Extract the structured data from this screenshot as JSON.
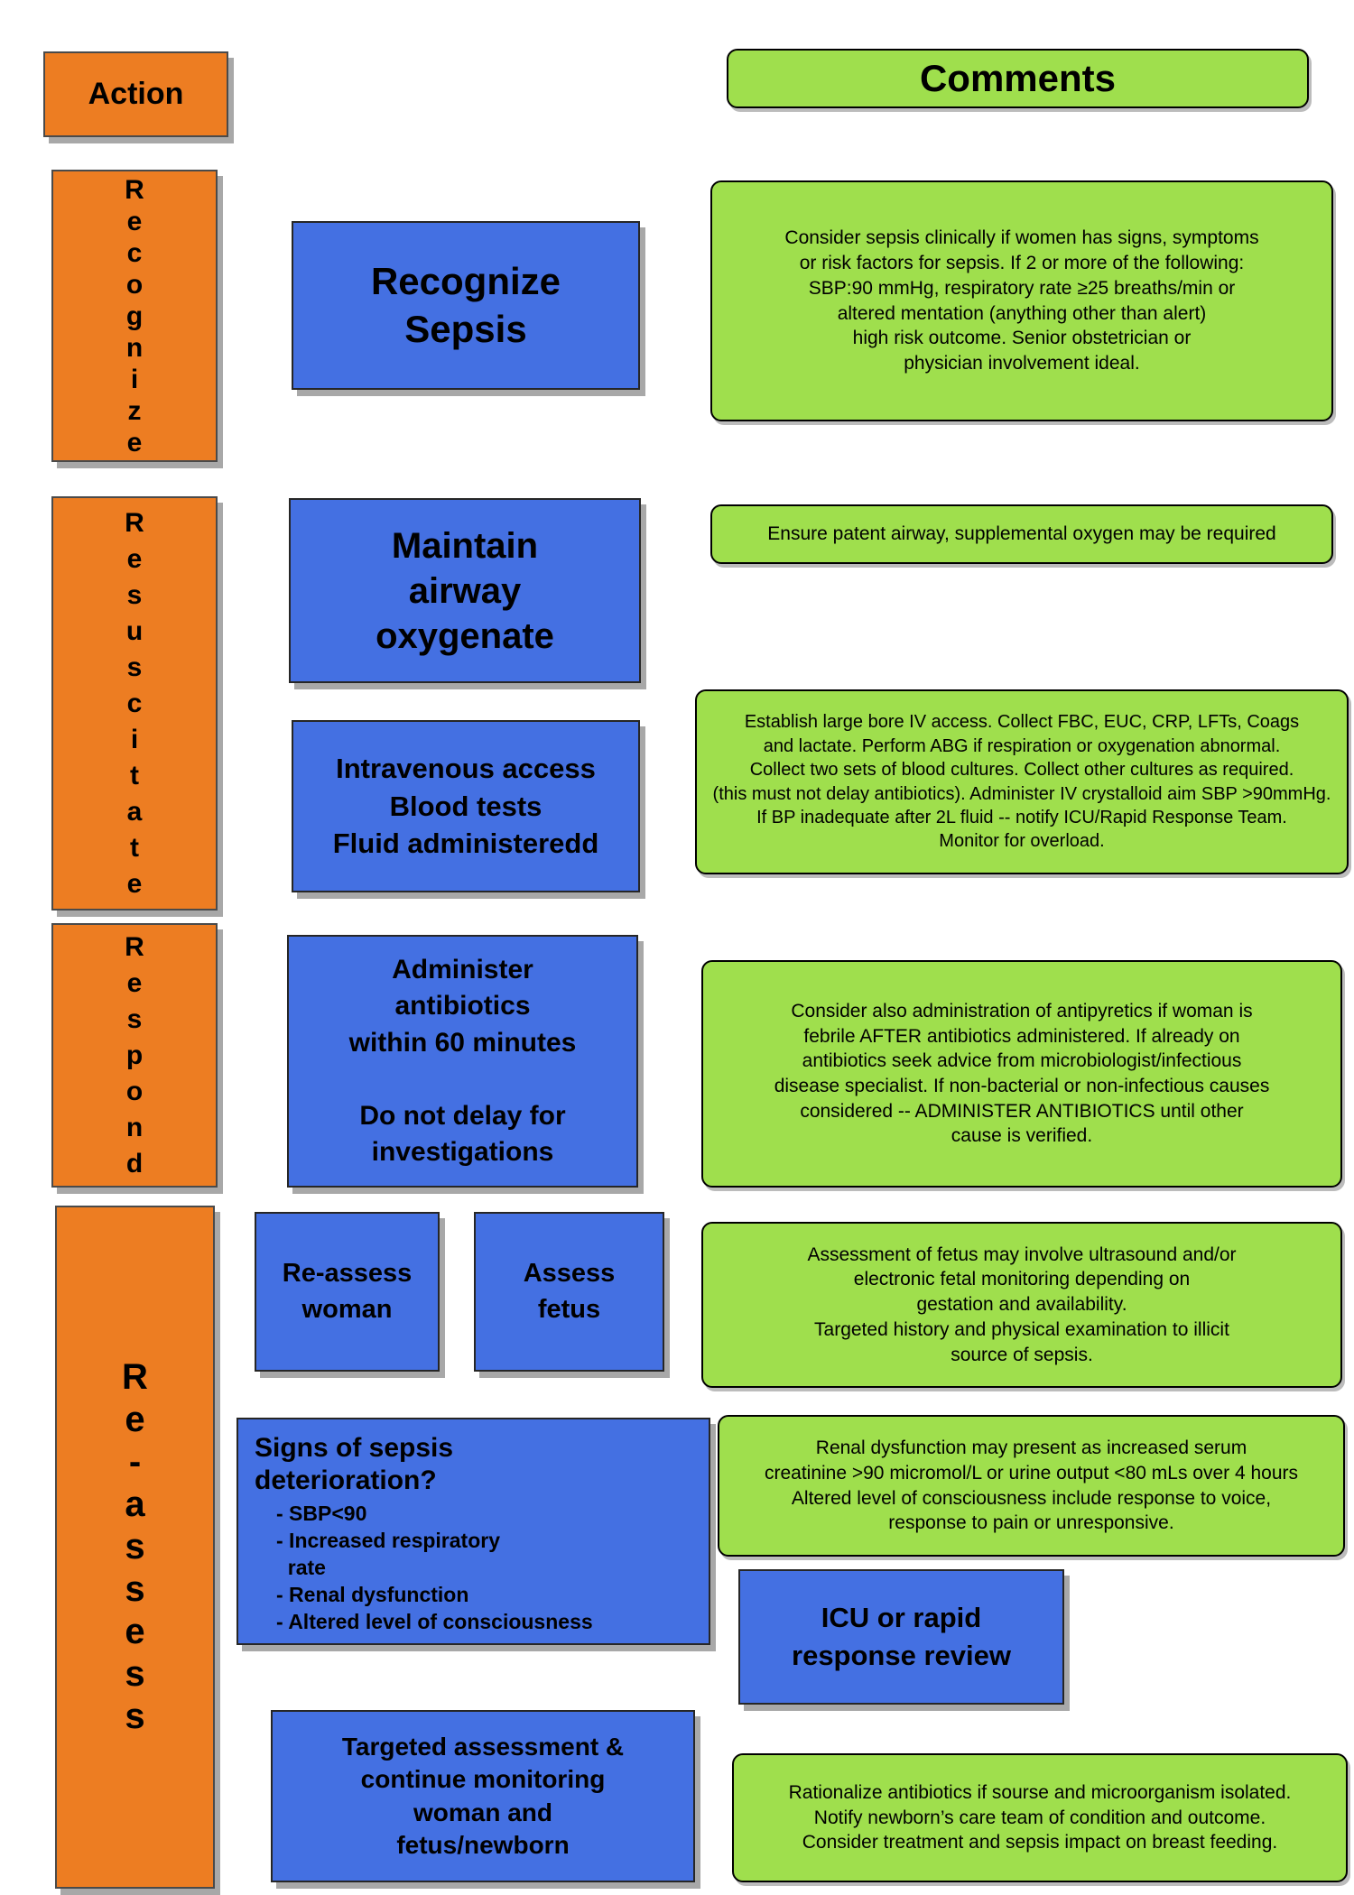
{
  "legend": {
    "action": "Action",
    "comments": "Comments"
  },
  "colors": {
    "orange": "#ED7D22",
    "blue": "#4470E2",
    "green": "#9FDF4D"
  },
  "stages": [
    {
      "id": "recognize",
      "label": "Recognize"
    },
    {
      "id": "resuscitate",
      "label": "Resuscitate"
    },
    {
      "id": "respond",
      "label": "Respond"
    },
    {
      "id": "reassess",
      "label": "Re-assess"
    }
  ],
  "actions": {
    "recognize_sepsis": "Recognize\nSepsis",
    "maintain_airway": "Maintain\nairway\noxygenate",
    "iv_access": "Intravenous access\nBlood tests\nFluid administeredd",
    "administer_antibiotics": "Administer\nantibiotics\nwithin 60 minutes\n\nDo not delay for\ninvestigations",
    "reassess_woman": "Re-assess\nwoman",
    "assess_fetus": "Assess\nfetus",
    "signs_title": "Signs of sepsis\ndeterioration?",
    "signs_items": "- SBP<90\n- Increased respiratory\n  rate\n- Renal dysfunction\n- Altered level of consciousness",
    "icu_review": "ICU or rapid\nresponse review",
    "targeted_assessment": "Targeted assessment &\ncontinue monitoring\nwoman and\nfetus/newborn"
  },
  "comments": {
    "recognize": "Consider sepsis clinically if women has signs, symptoms\nor risk factors for sepsis.  If 2 or more of the following:\nSBP:90 mmHg, respiratory rate ≥25 breaths/min or\naltered mentation (anything other than alert)\nhigh risk outcome. Senior obstetrician or\nphysician involvement ideal.",
    "airway": "Ensure patent airway, supplemental oxygen may be required",
    "iv": "Establish large bore IV access.  Collect FBC, EUC, CRP, LFTs, Coags\nand lactate.  Perform ABG if respiration or oxygenation abnormal.\nCollect two sets of blood cultures.  Collect other cultures as required.\n(this must not delay antibiotics).  Administer IV crystalloid aim SBP >90mmHg.\nIf BP inadequate after 2L fluid -- notify ICU/Rapid Response Team.\nMonitor for overload.",
    "antibiotics": "Consider also administration of antipyretics if woman is\nfebrile AFTER antibiotics administered.  If already on\nantibiotics seek advice from microbiologist/infectious\ndisease specialist.  If non-bacterial or non-infectious causes\nconsidered -- ADMINISTER ANTIBIOTICS until other\ncause is verified.",
    "fetus": "Assessment of fetus may involve ultrasound and/or\nelectronic fetal monitoring depending on\ngestation and availability.\nTargeted history and physical examination to illicit\nsource of sepsis.",
    "renal": "Renal dysfunction may present as increased serum\ncreatinine >90 micromol/L or urine output <80 mLs over 4 hours\nAltered level of consciousness include response to voice,\nresponse to pain or unresponsive.",
    "rationalize": "Rationalize antibiotics if sourse and microorganism isolated.\nNotify newborn’s care team of condition and outcome.\nConsider treatment and sepsis impact on breast feeding."
  }
}
